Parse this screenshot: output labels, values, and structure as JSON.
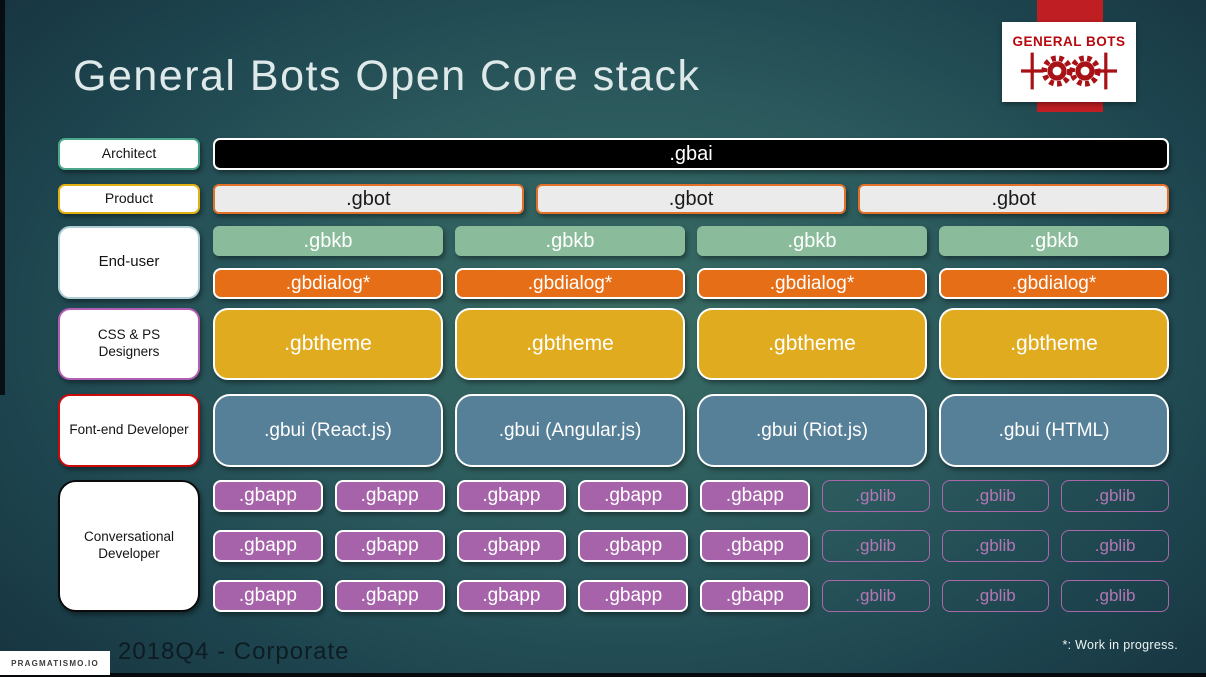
{
  "slide": {
    "title": "General Bots Open Core stack",
    "footer_left": "2018Q4 - Corporate",
    "footnote": "*: Work in progress.",
    "vendor": "PRAGMATISMO.IO"
  },
  "logo": {
    "brand": "GENERAL BOTS",
    "ribbon_color": "#bf1e22",
    "gear_color": "#a81216"
  },
  "roles": [
    {
      "label": "Architect",
      "border_color": "#4aa78a"
    },
    {
      "label": "Product",
      "border_color": "#e3b014"
    },
    {
      "label": "End-user",
      "border_color": "#aecdd5"
    },
    {
      "label": "CSS & PS Designers",
      "border_color": "#b35eb5"
    },
    {
      "label": "Font-end Developer",
      "border_color": "#cd0a0a"
    },
    {
      "label": "Conversational Developer",
      "border_color": "#0b0b0b"
    }
  ],
  "stack": {
    "gbai": ".gbai",
    "gbot": [
      ".gbot",
      ".gbot",
      ".gbot"
    ],
    "gbkb": [
      ".gbkb",
      ".gbkb",
      ".gbkb",
      ".gbkb"
    ],
    "gbdialog": [
      ".gbdialog*",
      ".gbdialog*",
      ".gbdialog*",
      ".gbdialog*"
    ],
    "gbtheme": [
      ".gbtheme",
      ".gbtheme",
      ".gbtheme",
      ".gbtheme"
    ],
    "gbui": [
      ".gbui (React.js)",
      ".gbui (Angular.js)",
      ".gbui (Riot.js)",
      ".gbui (HTML)"
    ],
    "gbapp_rows": [
      {
        "apps": [
          ".gbapp",
          ".gbapp",
          ".gbapp",
          ".gbapp",
          ".gbapp"
        ],
        "libs": [
          ".gblib",
          ".gblib",
          ".gblib"
        ]
      },
      {
        "apps": [
          ".gbapp",
          ".gbapp",
          ".gbapp",
          ".gbapp",
          ".gbapp"
        ],
        "libs": [
          ".gblib",
          ".gblib",
          ".gblib"
        ]
      },
      {
        "apps": [
          ".gbapp",
          ".gbapp",
          ".gbapp",
          ".gbapp",
          ".gbapp"
        ],
        "libs": [
          ".gblib",
          ".gblib",
          ".gblib"
        ]
      }
    ]
  },
  "colors": {
    "gbai_bg": "#000000",
    "gbot_bg": "#ebebeb",
    "gbot_border": "#e0702a",
    "gbkb_bg": "#8abc9c",
    "gbdialog_bg": "#e66e16",
    "gbtheme_bg": "#e0ab1f",
    "gbui_bg": "#567f98",
    "gbapp_bg": "#a763aa",
    "gblib_border": "#a868aa",
    "background_center": "#3a6d64",
    "background_edge": "#152f3b"
  }
}
